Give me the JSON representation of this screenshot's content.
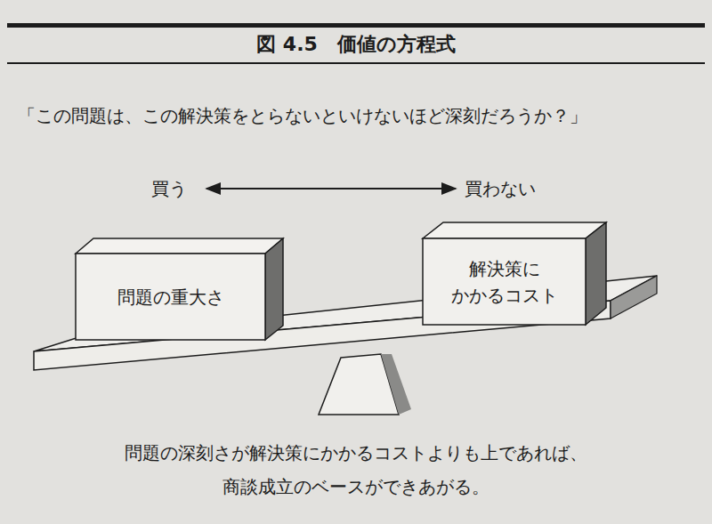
{
  "diagram": {
    "title": "図 4.5　価値の方程式",
    "caption": "問題の深刻さが解決策にかかるコストよりも上であれば、 商談成立のベースができあがる。",
    "nodes": [
      {
        "text": [
          "問題の重大さ"
        ]
      },
      {
        "text": [
          "解決策に かかるコスト"
        ]
      }
    ],
    "labels": [
      "「この問題は、この解決策をとらないといけないほど深刻だろうか？」",
      "買う",
      "買わない"
    ]
  }
}
